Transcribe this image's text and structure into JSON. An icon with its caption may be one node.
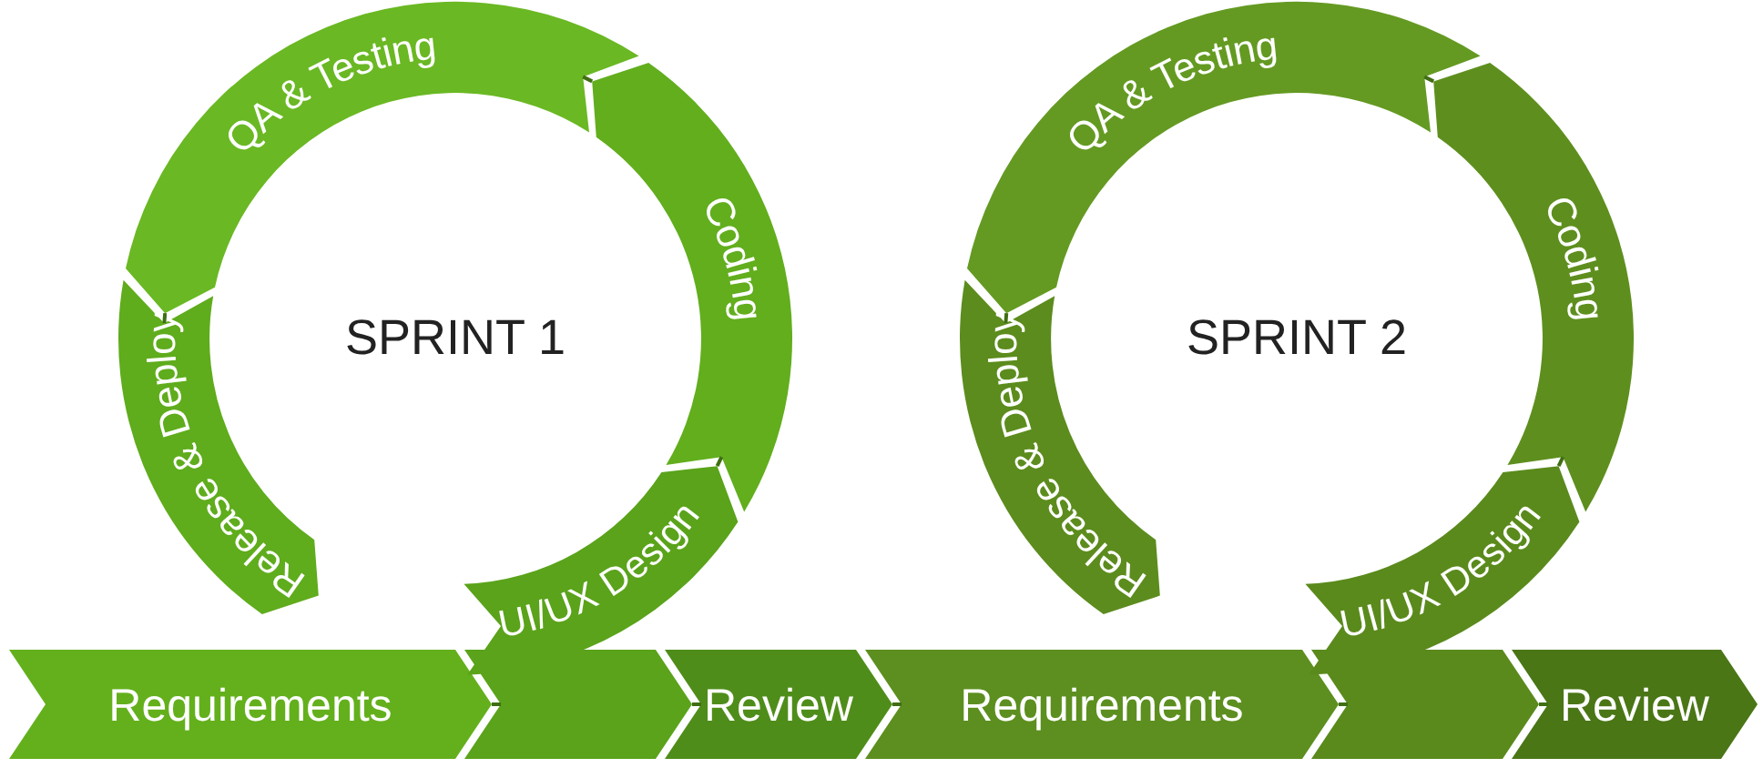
{
  "diagram": {
    "nodes": [
      {
        "text": [
          "Requirements"
        ]
      },
      {
        "text": [
          "UI/UX Design"
        ]
      },
      {
        "text": [
          "Coding"
        ]
      },
      {
        "text": [
          "QA & Testing"
        ]
      },
      {
        "text": [
          "Release & Deploy"
        ]
      },
      {
        "text": [
          "Review"
        ]
      },
      {
        "text": [
          "Requirements"
        ]
      },
      {
        "text": [
          "UI/UX Design"
        ]
      },
      {
        "text": [
          "Coding"
        ]
      },
      {
        "text": [
          "QA & Testing"
        ]
      },
      {
        "text": [
          "Release & Deploy"
        ]
      },
      {
        "text": [
          "Review"
        ]
      }
    ],
    "edges": [
      {
        "from": 0,
        "to": 1,
        "arrow": "none"
      },
      {
        "from": 1,
        "to": 2,
        "arrow": "none"
      },
      {
        "from": 2,
        "to": 3,
        "arrow": "none"
      },
      {
        "from": 3,
        "to": 4,
        "arrow": "none"
      },
      {
        "from": 1,
        "to": 5,
        "arrow": "none"
      },
      {
        "from": 5,
        "to": 6,
        "arrow": "none"
      },
      {
        "from": 6,
        "to": 7,
        "arrow": "none"
      },
      {
        "from": 7,
        "to": 8,
        "arrow": "none"
      },
      {
        "from": 8,
        "to": 9,
        "arrow": "none"
      },
      {
        "from": 9,
        "to": 10,
        "arrow": "none"
      },
      {
        "from": 7,
        "to": 11,
        "arrow": "none"
      }
    ],
    "labels": [
      "SPRINT 1",
      "SPRINT 2"
    ]
  }
}
